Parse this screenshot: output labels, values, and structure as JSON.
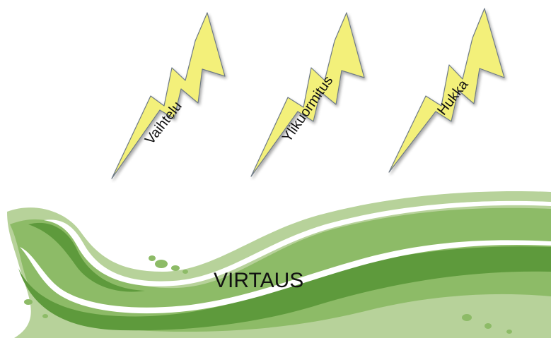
{
  "diagram": {
    "bolts": [
      {
        "label": "Vaihtelu"
      },
      {
        "label": "Ylikuormitus"
      },
      {
        "label": "Hukka"
      }
    ],
    "flow": {
      "label": "VIRTAUS"
    },
    "colors": {
      "bolt_fill": "#F3F07A",
      "bolt_stroke": "#6E7A86",
      "wave_light": "#B7D29A",
      "wave_mid": "#8DBB67",
      "wave_dark": "#5E9A3C",
      "white_stripe": "#FFFFFF"
    }
  }
}
